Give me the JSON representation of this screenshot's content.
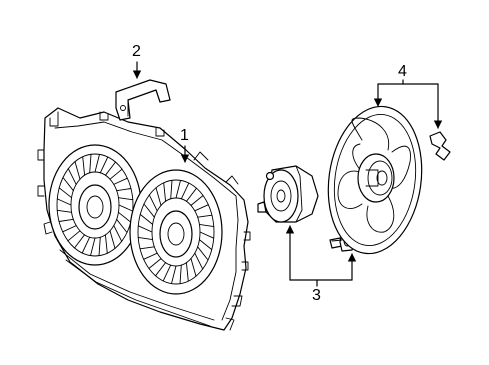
{
  "callouts": [
    {
      "label": "1",
      "part": "fan-shroud-assembly"
    },
    {
      "label": "2",
      "part": "bracket"
    },
    {
      "label": "3",
      "part": "motor-and-bolt"
    },
    {
      "label": "4",
      "part": "fan-blade-assembly"
    }
  ],
  "colors": {
    "line": "#000000",
    "background": "#ffffff"
  }
}
